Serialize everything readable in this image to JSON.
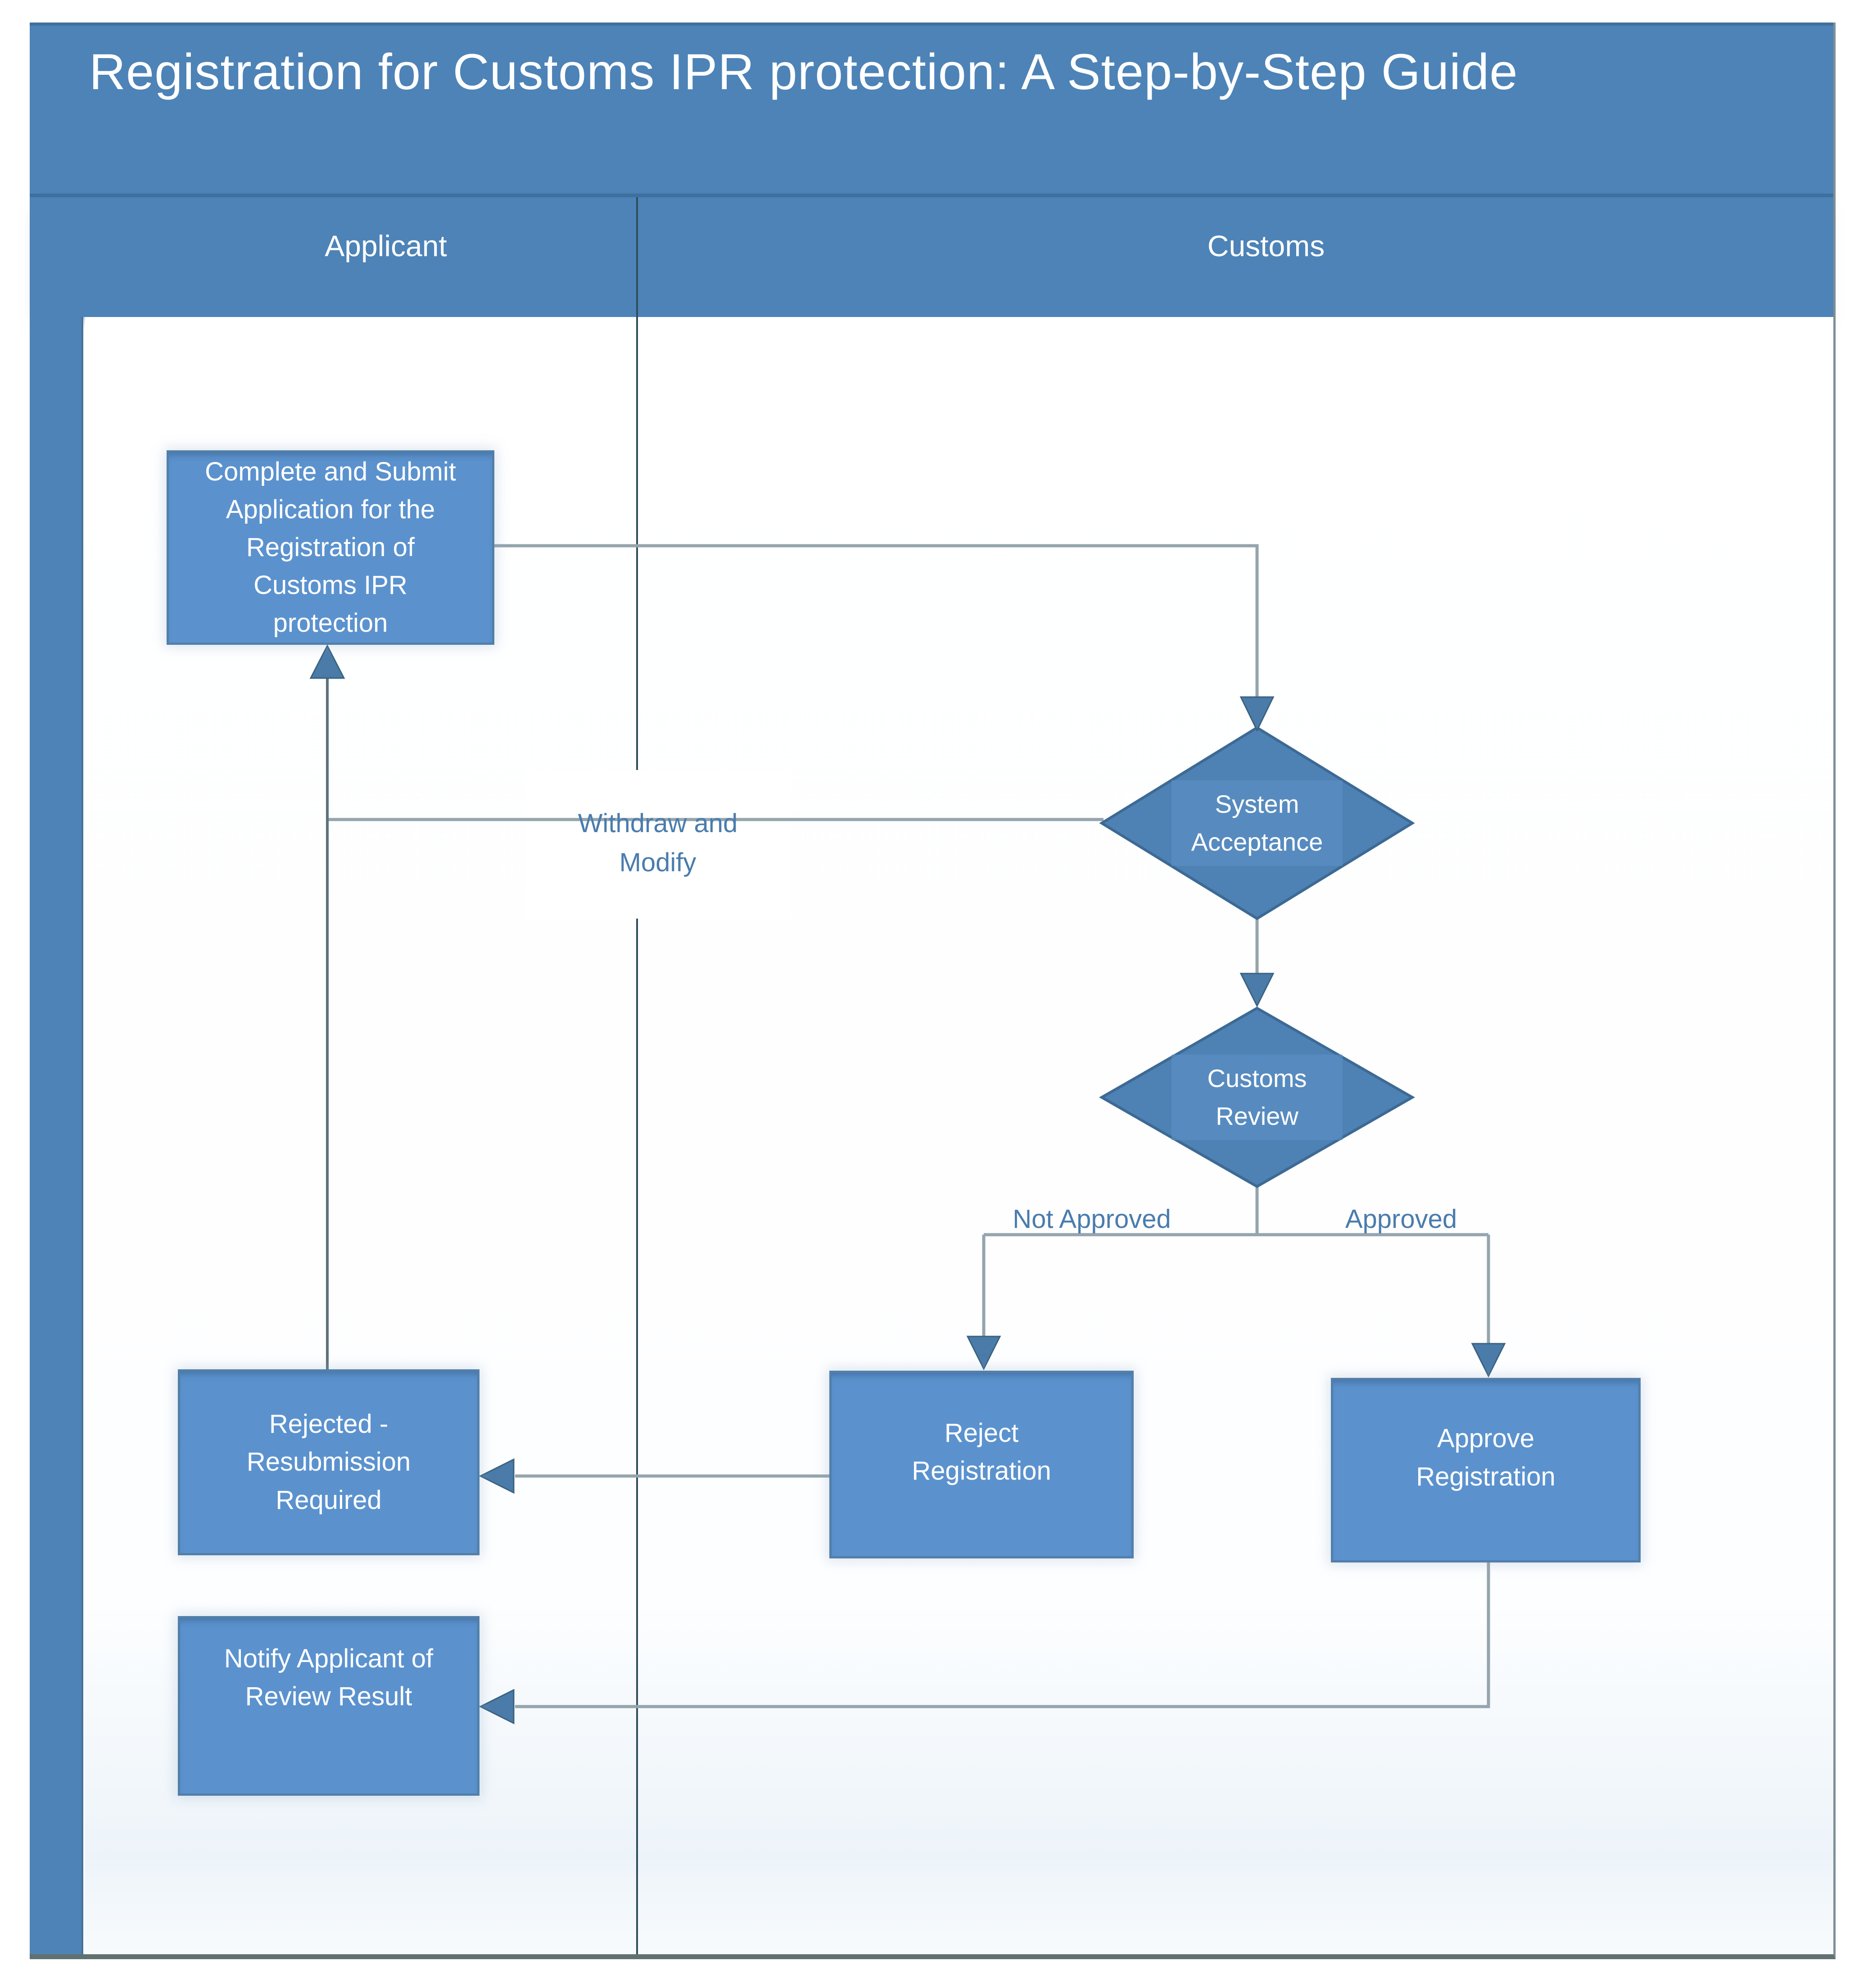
{
  "title": "Registration for Customs IPR protection: A Step-by-Step Guide",
  "lanes": {
    "applicant": "Applicant",
    "customs": "Customs"
  },
  "nodes": {
    "complete_application": "Complete and Submit\nApplication for the\nRegistration of\nCustoms IPR\nprotection",
    "system_acceptance": "System\nAcceptance",
    "customs_review": "Customs\nReview",
    "reject_registration": "Reject\nRegistration",
    "approve_registration": "Approve\nRegistration",
    "rejected_resubmission": "Rejected -\nResubmission\nRequired",
    "notify_applicant": "Notify Applicant of\nReview Result"
  },
  "edge_labels": {
    "withdraw_modify": "Withdraw and\nModify",
    "not_approved": "Not Approved",
    "approved": "Approved"
  },
  "colors": {
    "header_blue": "#4d83b7",
    "header_blue_dark": "#3f6f9e",
    "box_blue": "#5b92ce",
    "box_border": "#527fa9",
    "diamond_blue": "#4e81b4",
    "diamond_border": "#3d6a94",
    "diamond_label_bg": "#5e94c9",
    "connector_gray": "#95a5ad",
    "connector_dark": "#5d727c",
    "arrow_blue": "#4a7ba9",
    "arrow_outline": "#3a627f",
    "label_blue": "#4a7cad",
    "divider_dark": "#2f4e5d",
    "card_bottom_border": "#5f7171",
    "card_right_border": "#7e9097"
  }
}
